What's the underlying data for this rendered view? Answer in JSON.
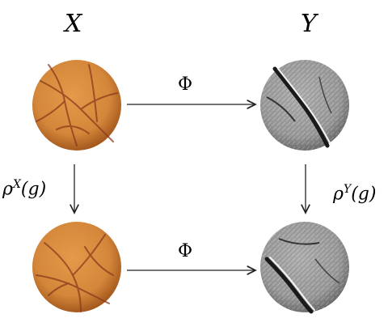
{
  "labels": {
    "space_x": "X",
    "space_y": "Y",
    "map_top": "Φ",
    "map_bottom": "Φ",
    "rho_x": {
      "base": "ρ",
      "sup": "X",
      "arg": "(g)"
    },
    "rho_y": {
      "base": "ρ",
      "sup": "Y",
      "arg": "(g)"
    }
  },
  "colors": {
    "fundus_base": "#d4873a",
    "fundus_edge": "#a55a1e",
    "vessel": "#8a3a1c",
    "filtered_base": "#9a9a9a",
    "filtered_edge": "#5a5a5a",
    "arrow": "#222222"
  },
  "images": {
    "top_left": "retinal-fundus-image",
    "top_right": "filtered-vessel-image",
    "bottom_left": "retinal-fundus-image-transformed",
    "bottom_right": "filtered-vessel-image-transformed"
  }
}
